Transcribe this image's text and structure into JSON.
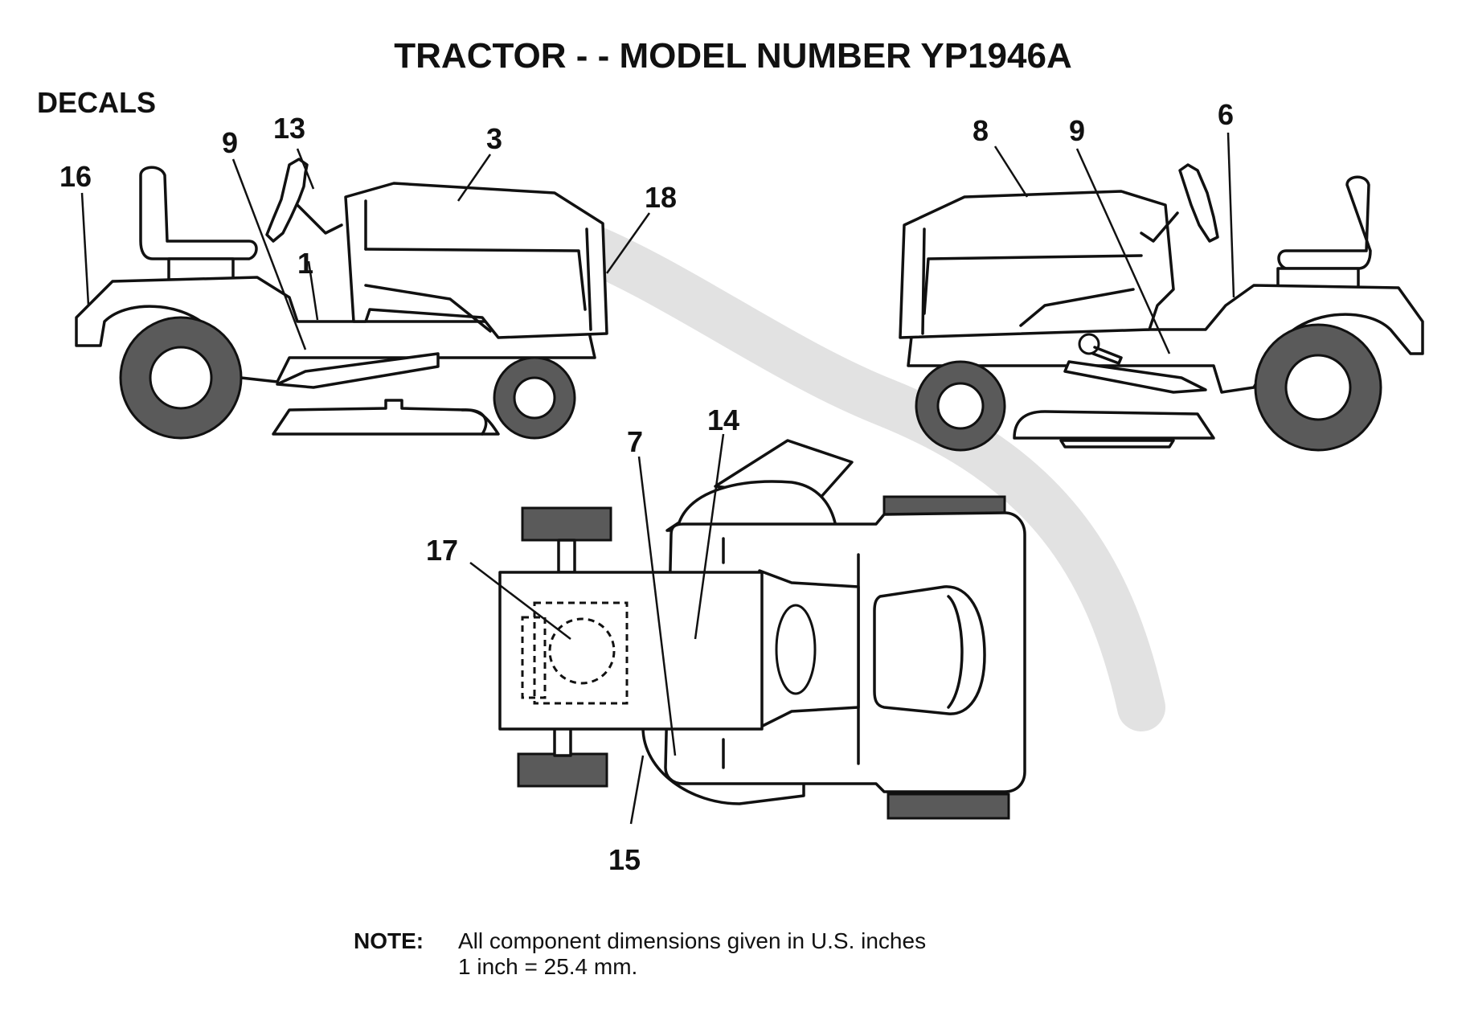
{
  "title": "TRACTOR - - MODEL NUMBER YP1946A",
  "section_label": "DECALS",
  "callouts": {
    "left_view": [
      "16",
      "9",
      "13",
      "3",
      "18",
      "1"
    ],
    "right_view": [
      "8",
      "9",
      "6"
    ],
    "top_view": [
      "14",
      "7",
      "17",
      "15"
    ]
  },
  "note": {
    "label": "NOTE:",
    "line1": "All component dimensions given in U.S. inches",
    "line2": "1 inch = 25.4 mm."
  },
  "colors": {
    "ink": "#111111",
    "tire": "#5a5a5a",
    "background": "#ffffff"
  }
}
